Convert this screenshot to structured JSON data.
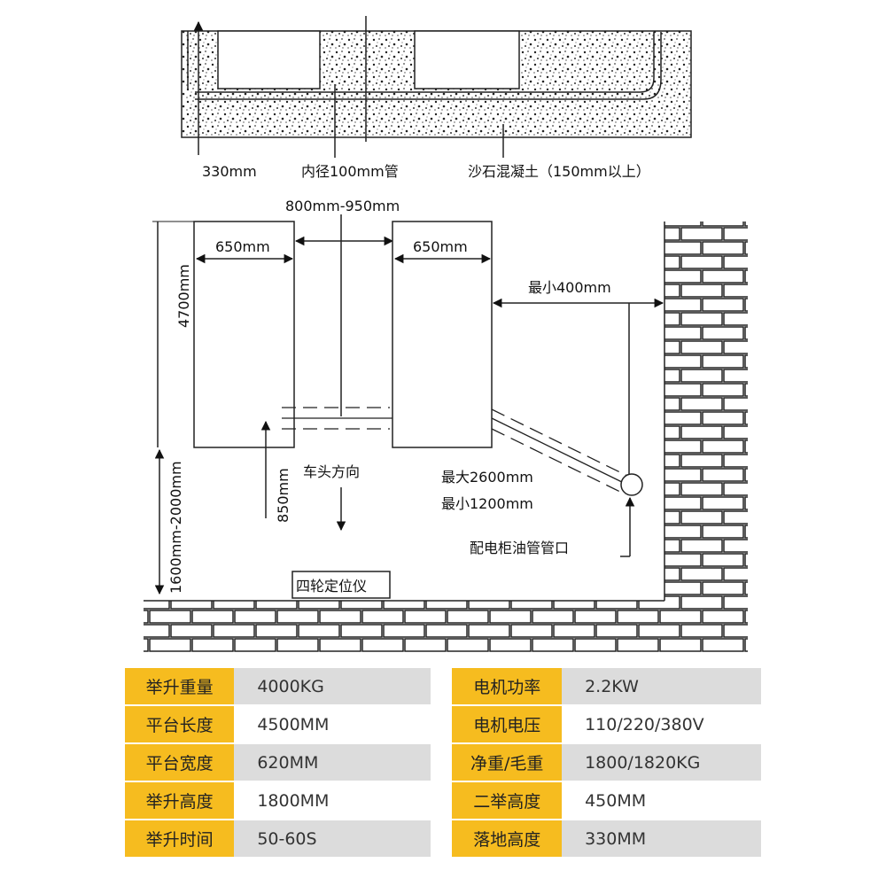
{
  "labels": {
    "top_height": "330mm",
    "pipe": "内径100mm管",
    "concrete": "沙石混凝土（150mm以上）",
    "gap_range": "800mm-950mm",
    "left_width": "650mm",
    "right_width": "650mm",
    "length": "4700mm",
    "min_wall": "最小400mm",
    "head_dir": "车头方向",
    "max_len": "最大2600mm",
    "min_len": "最小1200mm",
    "oil_port": "配电柜油管管口",
    "offset_850": "850mm",
    "dist_range": "1600mm-2000mm",
    "locator": "四轮定位仪"
  },
  "specs": [
    {
      "k1": "举升重量",
      "v1": "4000KG",
      "k2": "电机功率",
      "v2": "2.2KW"
    },
    {
      "k1": "平台长度",
      "v1": "4500MM",
      "k2": "电机电压",
      "v2": "110/220/380V"
    },
    {
      "k1": "平台宽度",
      "v1": "620MM",
      "k2": "净重/毛重",
      "v2": "1800/1820KG"
    },
    {
      "k1": "举升高度",
      "v1": "1800MM",
      "k2": "二举高度",
      "v2": "450MM"
    },
    {
      "k1": "举升时间",
      "v1": "50-60S",
      "k2": "落地高度",
      "v2": "330MM"
    }
  ],
  "colors": {
    "key_bg": "#F6BC1F",
    "stripe": "#dcdcdc"
  }
}
